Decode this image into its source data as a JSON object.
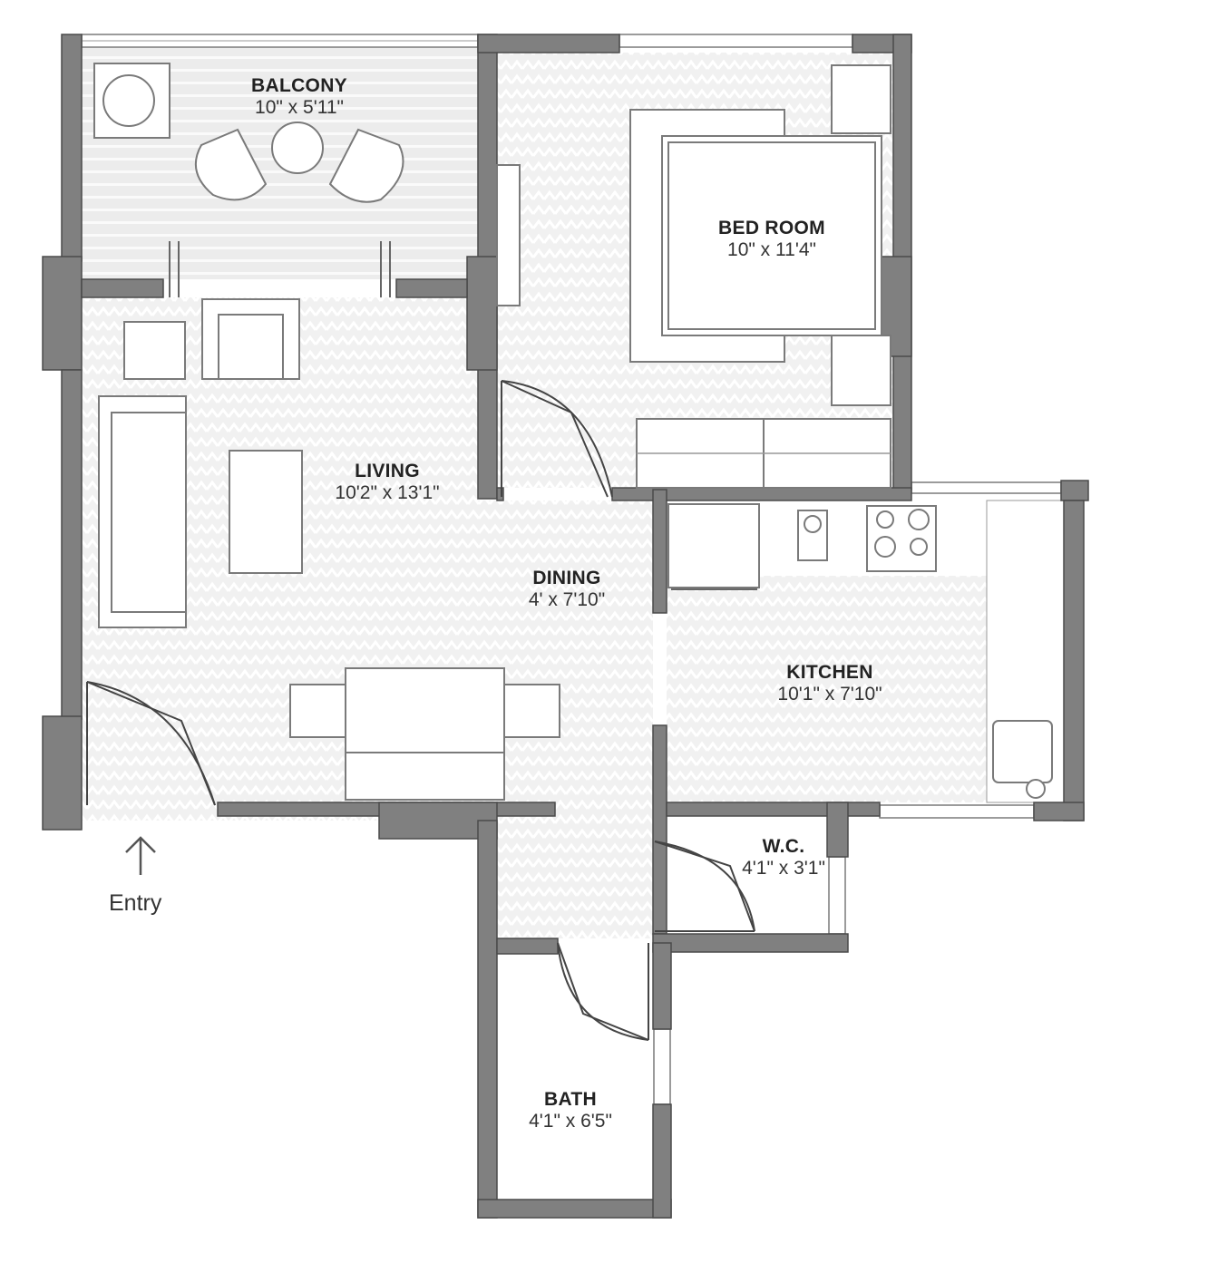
{
  "rooms": {
    "balcony": {
      "name": "BALCONY",
      "dims": "10\" x 5'11\""
    },
    "bedroom": {
      "name": "BED ROOM",
      "dims": "10\" x 11'4\""
    },
    "living": {
      "name": "LIVING",
      "dims": "10'2\" x 13'1\""
    },
    "dining": {
      "name": "DINING",
      "dims": "4' x 7'10\""
    },
    "kitchen": {
      "name": "KITCHEN",
      "dims": "10'1\" x 7'10\""
    },
    "wc": {
      "name": "W.C.",
      "dims": "4'1\" x 3'1\""
    },
    "bath": {
      "name": "BATH",
      "dims": "4'1\" x 6'5\""
    }
  },
  "entry_label": "Entry",
  "colors": {
    "wall": "#808080",
    "floor": "#efefef",
    "text": "#222222"
  }
}
